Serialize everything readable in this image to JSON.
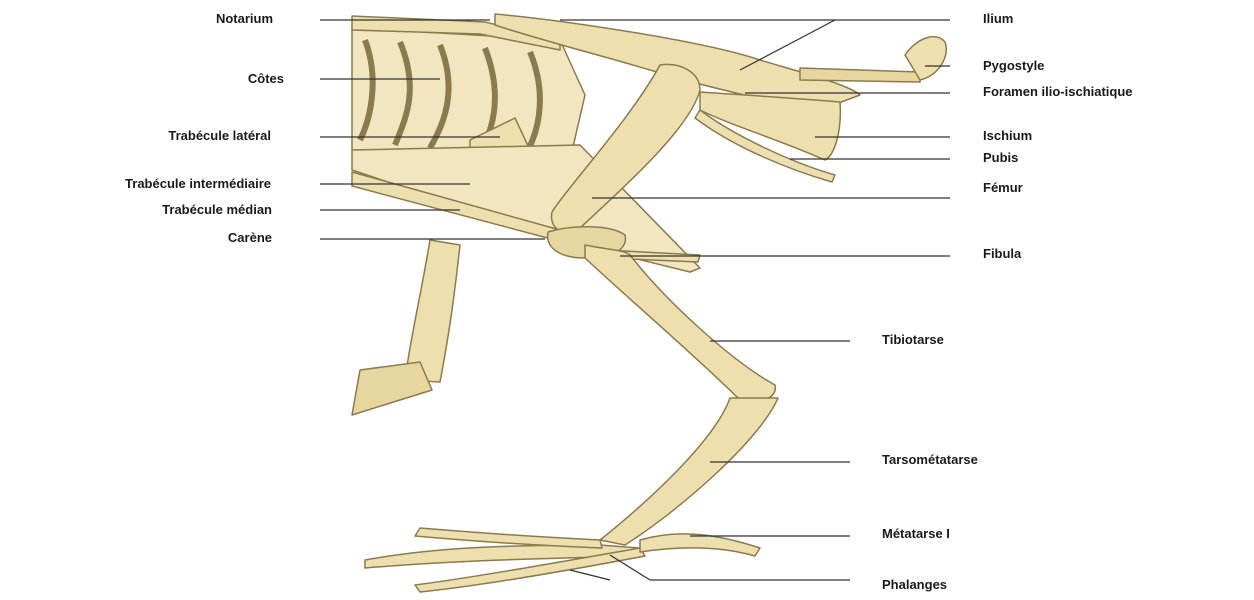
{
  "labels_left": {
    "notarium": "Notarium",
    "cotes": "Côtes",
    "trabecule_lateral": "Trabécule latéral",
    "trabecule_intermediaire": "Trabécule intermédiaire",
    "trabecule_median": "Trabécule médian",
    "carene": "Carène"
  },
  "labels_right": {
    "ilium": "Ilium",
    "pygostyle": "Pygostyle",
    "foramen": "Foramen ilio-ischiatique",
    "ischium": "Ischium",
    "pubis": "Pubis",
    "femur": "Fémur",
    "fibula": "Fibula",
    "tibiotarse": "Tibiotarse",
    "tarsometatarse": "Tarsométatarse",
    "metatarse": "Métatarse I",
    "phalanges": "Phalanges"
  },
  "colors": {
    "bone_fill": "#eedfae",
    "bone_stroke": "#8a7a4e",
    "bone_shade": "#d6c48c",
    "leader_line": "#333333",
    "label_text": "#1a1a1a"
  }
}
